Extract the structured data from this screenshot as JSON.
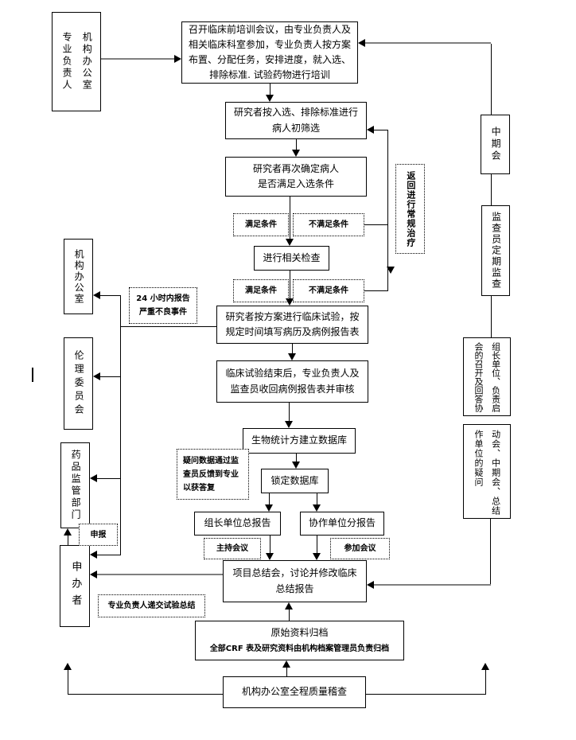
{
  "boxes": {
    "top_left_left_col": "专业负责人",
    "top_left_right_col": "机构办公室",
    "training": "召开临床前培训会议，由专业负责人及\n相关临床科室参加，专业负责人按方案\n布置、分配任务，安排进度，就入选、\n排除标准. 试验药物进行培训",
    "screening": "研究者按入选、排除标准进行\n病人初筛选",
    "confirm": "研究者再次确定病人\n是否满足入选条件",
    "check": "进行相关检查",
    "trial": "研究者按方案进行临床试验，按\n规定时间填写病历及病例报告表",
    "collect": "临床试验结束后，专业负责人及\n监查员收回病例报告表并审核",
    "biostat": "生物统计方建立数据库",
    "lock": "锁定数据库",
    "lead_report": "组长单位总报告",
    "collab_report": "协作单位分报告",
    "summary": "项目总结会，讨论并修改临床\n总结报告",
    "archive_title": "原始资料归档",
    "archive_sub": "全部CRF 表及研究资料由机构档案管理员负责归档",
    "audit": "机构办公室全程质量稽查",
    "midterm": "中期会",
    "monitor": "监查员定期监查",
    "tall_upper_left_col": "会的召开及回答协",
    "tall_upper_right_col": "组长单位、负责启",
    "tall_lower_left_col": "作单位的疑问",
    "tall_lower_right_col": "动会、中期会、总结",
    "org_office": "机构办公室",
    "ethics": "伦理委员会",
    "drug_admin": "药品监管部门",
    "sponsor": "申办者"
  },
  "labels": {
    "satisfy_1": "满足条件",
    "not_satisfy_1": "不满足条件",
    "satisfy_2": "满足条件",
    "not_satisfy_2": "不满足条件",
    "return_treatment": "返回进行常规治疗",
    "report_24h": "24 小时内报告\n严重不良事件",
    "feedback": "疑问数据通过监\n查员反馈到专业\n以获答复",
    "host_meeting": "主持会议",
    "attend_meeting": "参加会议",
    "submit_summary": "专业负责人递交试验总结",
    "declare": "申报"
  }
}
